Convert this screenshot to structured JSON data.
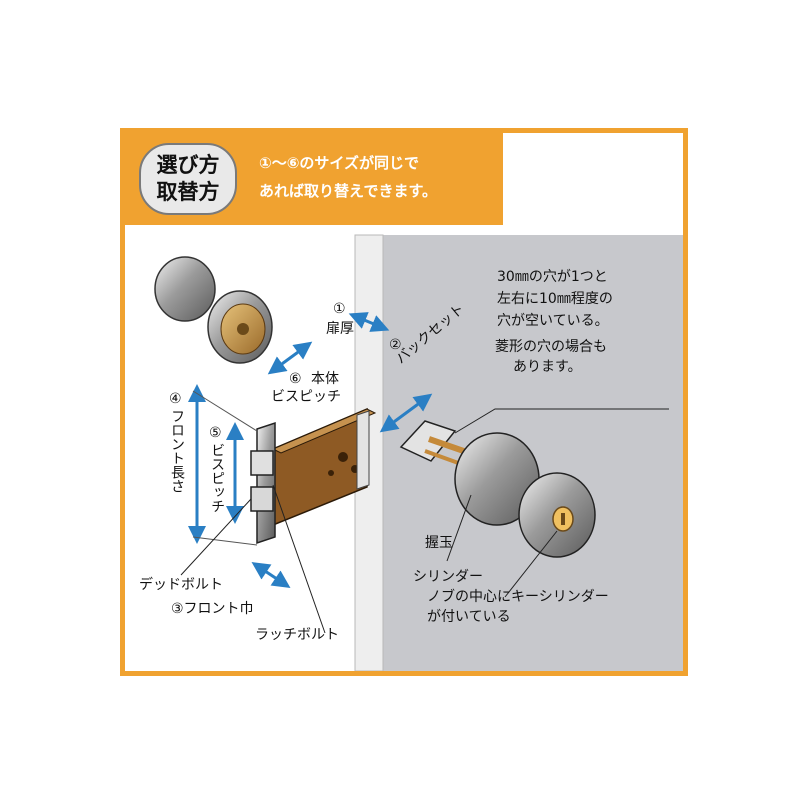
{
  "header": {
    "badge_line1": "選び方",
    "badge_line2": "取替方",
    "notice_line1": "①～⑥のサイズが同じで",
    "notice_line2": "あれば取り替えできます。"
  },
  "labels": {
    "door_thickness_num": "①",
    "door_thickness": "扉厚",
    "backset_num": "②",
    "backset": "バックセット",
    "body_screw_pitch_num": "⑥",
    "body_screw_pitch_1": "本体",
    "body_screw_pitch_2": "ビスピッチ",
    "front_length_num": "④",
    "front_length": "フロント長さ",
    "screw_pitch_num": "⑤",
    "screw_pitch": "ビスピッチ",
    "deadbolt": "デッドボルト",
    "front_width": "③フロント巾",
    "latch_bolt": "ラッチボルト",
    "holes_note_1": "30㎜の穴が1つと",
    "holes_note_2": "左右に10㎜程度の",
    "holes_note_3": "穴が空いている。",
    "diamond_note_1": "菱形の穴の場合も",
    "diamond_note_2": "あります。",
    "knob": "握玉",
    "cylinder_title": "シリンダー",
    "cylinder_desc_1": "ノブの中心にキーシリンダー",
    "cylinder_desc_2": "が付いている"
  },
  "colors": {
    "accent_orange": "#f0a230",
    "arrow_blue": "#2a7fc4",
    "door_gray": "#c7c8cc",
    "lock_body": "#b07a3a"
  }
}
